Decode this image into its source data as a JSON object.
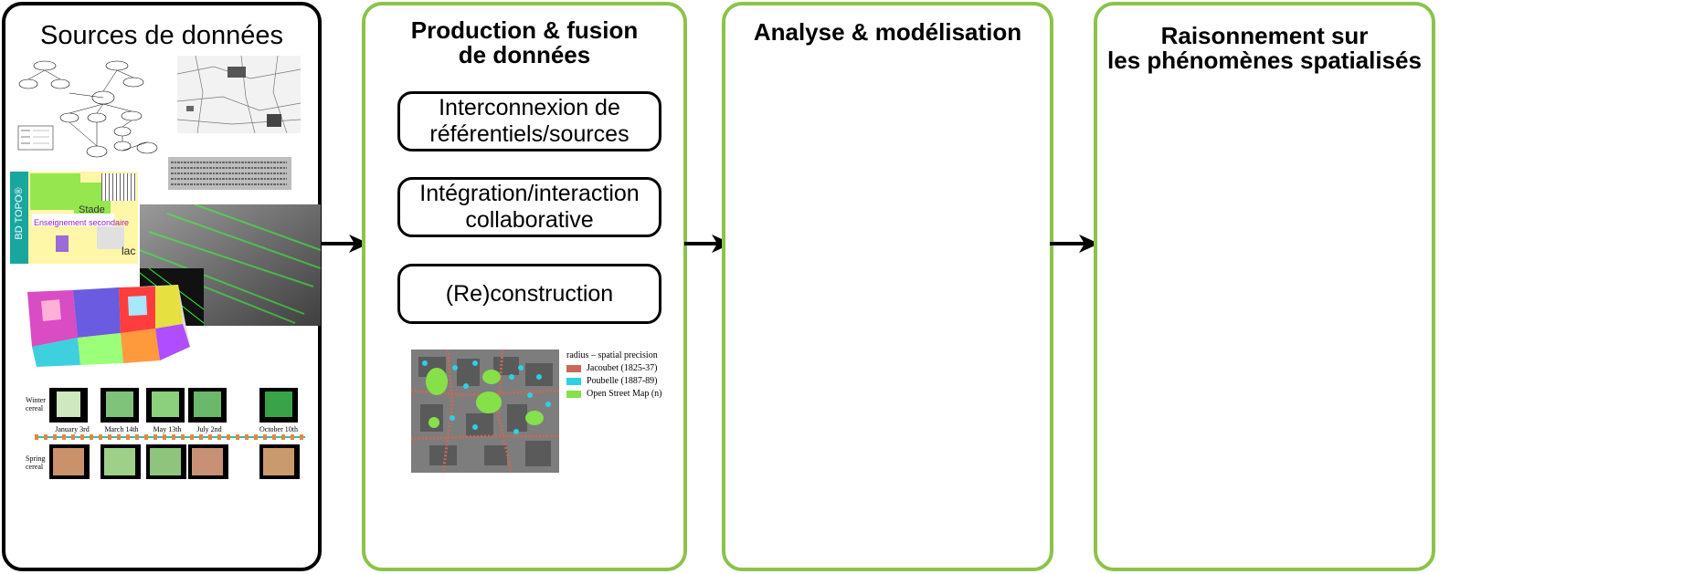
{
  "panels": {
    "sources": {
      "title": "Sources de données"
    },
    "production": {
      "title_line1": "Production & fusion",
      "title_line2": "de données"
    },
    "analysis": {
      "title": "Analyse & modélisation"
    },
    "reasoning": {
      "title_line1": "Raisonnement sur",
      "title_line2": "les phénomènes spatialisés"
    }
  },
  "steps": [
    {
      "line1": "Interconnexion de",
      "line2": "référentiels/sources"
    },
    {
      "line1": "Intégration/interaction",
      "line2": "collaborative"
    },
    {
      "line1": "(Re)construction",
      "line2": ""
    }
  ],
  "map_legend": {
    "title": "radius – spatial precision",
    "items": [
      {
        "label": "Jacoubet (1825-37)",
        "color": "#c8695a"
      },
      {
        "label": "Poubelle (1887-89)",
        "color": "#2ed0e6"
      },
      {
        "label": "Open Street Map (n)",
        "color": "#86e04a"
      }
    ]
  },
  "timeline": {
    "row_winter": [
      "Winter",
      "cereal"
    ],
    "row_spring": [
      "Spring",
      "cereal"
    ],
    "dates": [
      "January 3rd",
      "March 14th",
      "May 13th",
      "July 2nd",
      "October 10th"
    ]
  },
  "bdtopo": {
    "side_label": "BD TOPO®",
    "label_stade": "Stade",
    "label_enseignement": "Enseignement secondaire",
    "label_lac": "lac"
  },
  "colors": {
    "green_border": "#8bc34a",
    "black_border": "#000000"
  }
}
